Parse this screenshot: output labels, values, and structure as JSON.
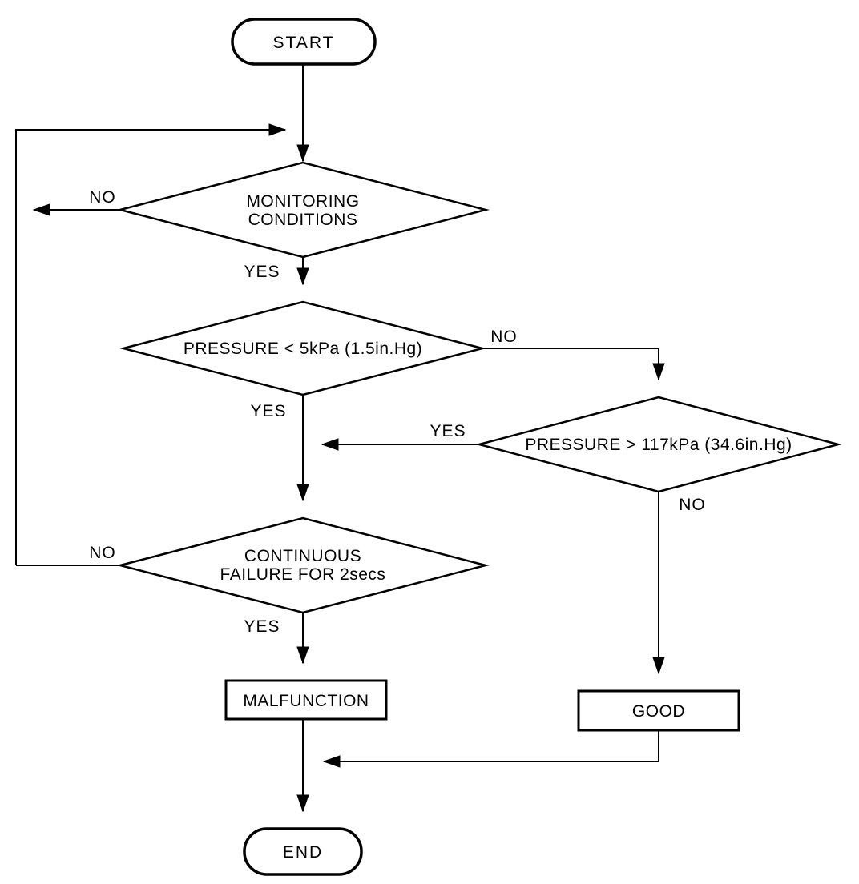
{
  "diagram": {
    "type": "flowchart",
    "background_color": "#ffffff",
    "line_color": "#000000",
    "text_color": "#000000",
    "nodes": {
      "start": {
        "type": "terminator",
        "label": "START"
      },
      "monitoring": {
        "type": "decision",
        "lines": [
          "MONITORING",
          "CONDITIONS"
        ]
      },
      "pressure_low": {
        "type": "decision",
        "label": "PRESSURE < 5kPa (1.5in.Hg)"
      },
      "pressure_high": {
        "type": "decision",
        "label": "PRESSURE > 117kPa (34.6in.Hg)"
      },
      "continuous": {
        "type": "decision",
        "lines": [
          "CONTINUOUS",
          "FAILURE FOR 2secs"
        ]
      },
      "malfunction": {
        "type": "process",
        "label": "MALFUNCTION"
      },
      "good": {
        "type": "process",
        "label": "GOOD"
      },
      "end": {
        "type": "terminator",
        "label": "END"
      }
    },
    "edges": {
      "start_to_monitoring": {
        "from": "start",
        "to": "monitoring",
        "label": ""
      },
      "monitoring_no": {
        "from": "monitoring",
        "to": "loop_left",
        "label": "NO"
      },
      "monitoring_yes": {
        "from": "monitoring",
        "to": "pressure_low",
        "label": "YES"
      },
      "pressure_low_no": {
        "from": "pressure_low",
        "to": "pressure_high",
        "label": "NO"
      },
      "pressure_low_yes": {
        "from": "pressure_low",
        "to": "continuous",
        "label": "YES"
      },
      "pressure_high_yes": {
        "from": "pressure_high",
        "to": "continuous",
        "label": "YES"
      },
      "pressure_high_no": {
        "from": "pressure_high",
        "to": "good",
        "label": "NO"
      },
      "continuous_no": {
        "from": "continuous",
        "to": "loop_left",
        "label": "NO"
      },
      "continuous_yes": {
        "from": "continuous",
        "to": "malfunction",
        "label": "YES"
      },
      "loop_return": {
        "from": "loop_left",
        "to": "monitoring",
        "label": ""
      },
      "malfunction_to_end": {
        "from": "malfunction",
        "to": "end",
        "label": ""
      },
      "good_to_end": {
        "from": "good",
        "to": "end",
        "label": ""
      }
    }
  }
}
